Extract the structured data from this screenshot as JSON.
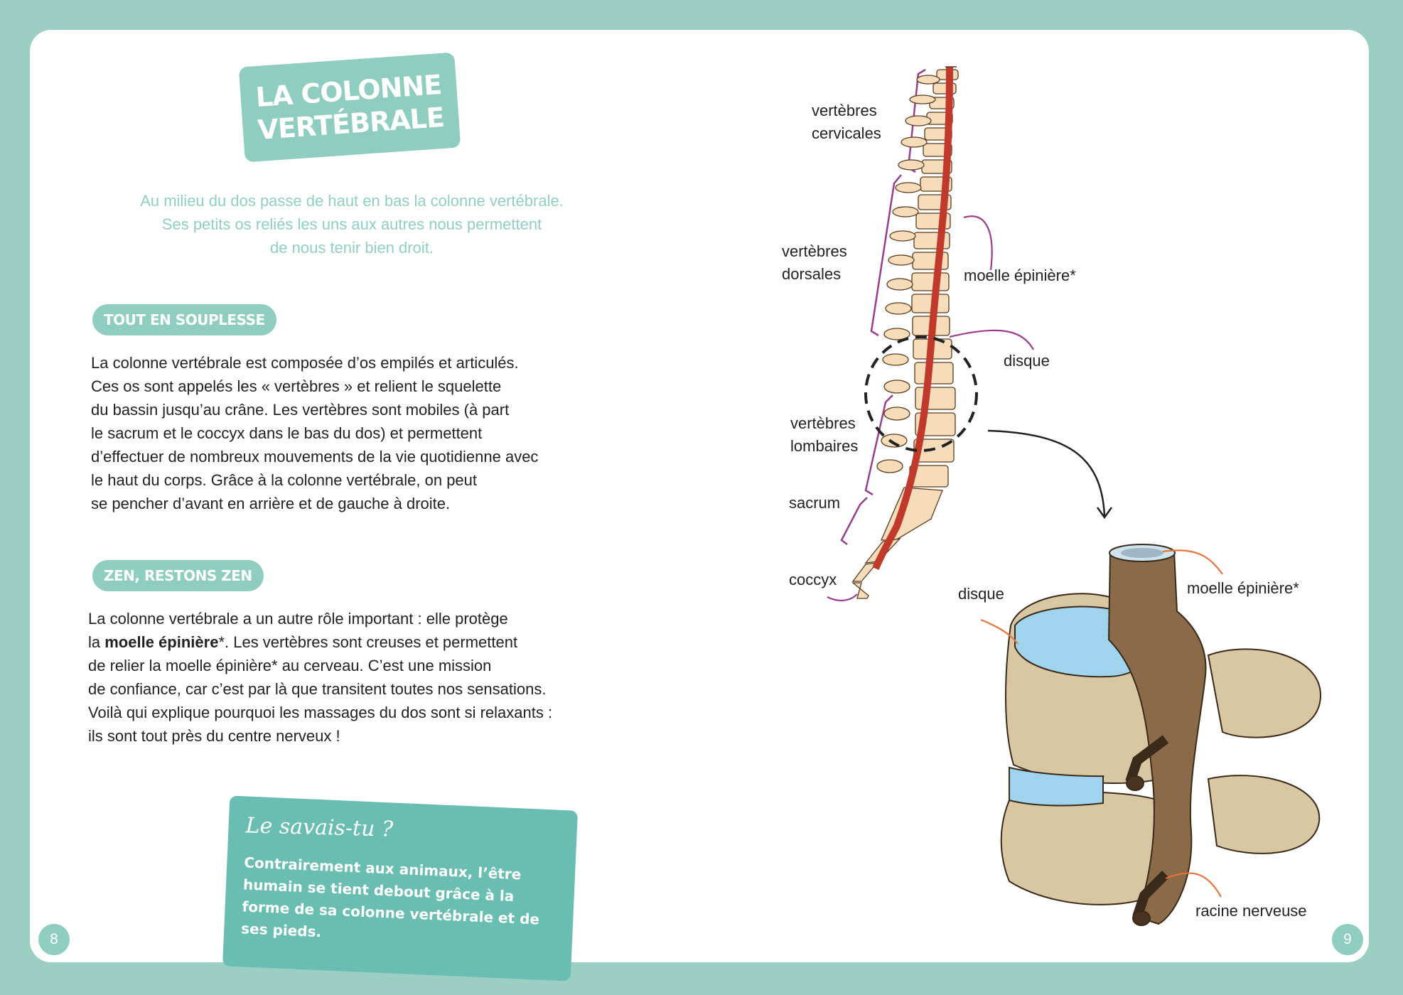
{
  "left_page": {
    "title_line1": "LA COLONNE",
    "title_line2": "VERTÉBRALE",
    "intro": "Au milieu du dos passe de haut en bas la colonne vertébrale.\nSes petits os reliés les uns aux autres nous permettent\nde nous tenir bien droit.",
    "section1": {
      "heading": "TOUT EN SOUPLESSE",
      "text": "La colonne vertébrale est composée d’os empilés et articulés.\nCes os sont appelés les « vertèbres » et relient le squelette\ndu bassin jusqu’au crâne. Les vertèbres sont mobiles (à part\nle sacrum et le coccyx dans le bas du dos) et permettent\nd’effectuer de nombreux mouvements de la vie quotidienne avec\nle haut du corps. Grâce à la colonne vertébrale, on peut\nse pencher d’avant en arrière et de gauche à droite."
    },
    "section2": {
      "heading": "ZEN, RESTONS ZEN",
      "line1": "La colonne vertébrale a un autre rôle important : elle protège",
      "line2_pre": "la ",
      "line2_bold": "moelle épinière",
      "line2_post": "*. Les vertèbres sont creuses et permettent",
      "rest": "de relier la moelle épinière* au cerveau. C’est une mission\nde confiance, car c’est par là que transitent toutes nos sensations.\nVoilà qui explique pourquoi les massages du dos sont si relaxants :\nils sont tout près du centre nerveux !"
    },
    "tip": {
      "title": "Le savais-tu ?",
      "text": "Contrairement aux animaux, l’être humain se tient debout grâce à la forme de sa colonne vertébrale et de ses pieds."
    },
    "page_number": "8"
  },
  "right_page": {
    "labels": {
      "cervicales": "vertèbres\ncervicales",
      "dorsales": "vertèbres\ndorsales",
      "lombaires": "vertèbres\nlombaires",
      "sacrum": "sacrum",
      "coccyx": "coccyx",
      "moelle_top": "moelle épinière*",
      "disque_top": "disque",
      "disque_bottom": "disque",
      "moelle_bottom": "moelle épinière*",
      "racine": "racine nerveuse"
    },
    "page_number": "9"
  },
  "colors": {
    "frame": "#9ccfc4",
    "accent": "#8ecdbf",
    "tip_bg": "#6abdb1",
    "bone": "#f6dcb8",
    "cord": "#c0392b",
    "disc": "#9fd4ee",
    "bracket": "#9b3d8f",
    "arrow_orange": "#e8743b"
  }
}
